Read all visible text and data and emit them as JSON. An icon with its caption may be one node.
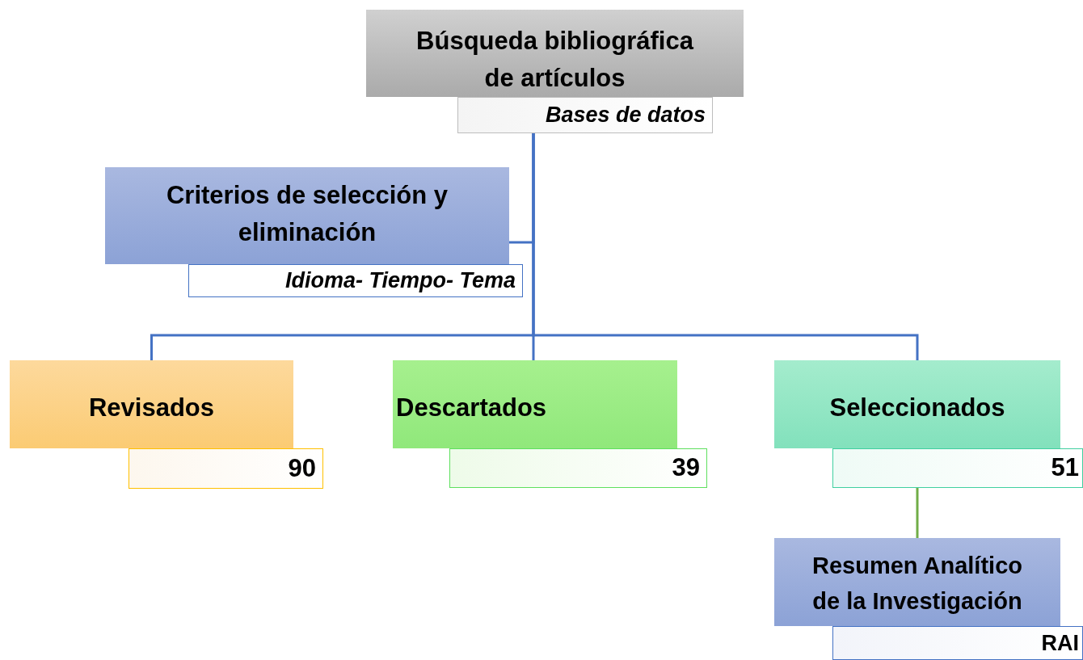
{
  "diagram": {
    "nodes": [
      {
        "text": [
          "Búsqueda bibliográfica de artículos"
        ]
      },
      {
        "text": [
          "Bases de datos"
        ]
      },
      {
        "text": [
          "Criterios de selección y eliminación"
        ]
      },
      {
        "text": [
          "Idioma- Tiempo- Tema"
        ]
      },
      {
        "text": [
          "Revisados"
        ]
      },
      {
        "text": [
          "90"
        ]
      },
      {
        "text": [
          "Descartados"
        ]
      },
      {
        "text": [
          "39"
        ]
      },
      {
        "text": [
          "Seleccionados"
        ]
      },
      {
        "text": [
          "51"
        ]
      },
      {
        "text": [
          "Resumen Analítico de la Investigación"
        ]
      },
      {
        "text": [
          "RAI"
        ]
      }
    ],
    "edges": [
      {
        "from": 1,
        "to": 2,
        "arrow": "none"
      },
      {
        "from": 1,
        "to": 4,
        "arrow": "none"
      },
      {
        "from": 1,
        "to": 6,
        "arrow": "none"
      },
      {
        "from": 1,
        "to": 8,
        "arrow": "none"
      },
      {
        "from": 9,
        "to": 10,
        "arrow": "none",
        "color": "#70ad47"
      }
    ]
  }
}
